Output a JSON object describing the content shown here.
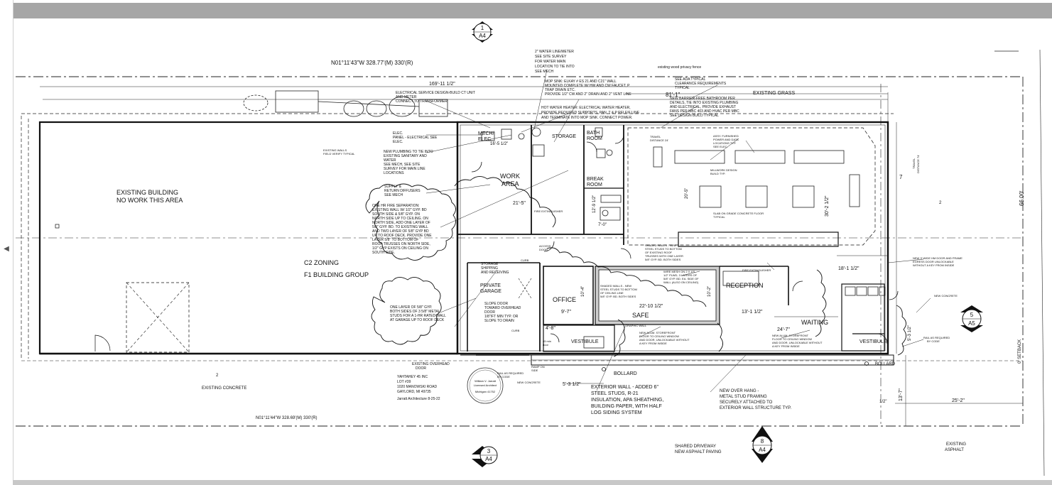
{
  "viewer": {
    "prev_page_icon": "◀"
  },
  "markers": {
    "m1": {
      "num": "1",
      "sheet": "A4"
    },
    "m3": {
      "num": "3",
      "sheet": "A4"
    },
    "m5": {
      "num": "5",
      "sheet": "A5"
    },
    "m8": {
      "num": "8",
      "sheet": "A4"
    }
  },
  "survey": {
    "north_bearing": "N01°11'43\"W  328.77'(M)  330'(R)",
    "south_bearing": "N01°11'44\"W  328.69'(M)  330'(R)",
    "dim_169": "169'-11 1/2\"",
    "dim_81": "81'-1\"",
    "dim_66": "66.00'",
    "dim_13_7": "13'-7\"",
    "dim_25_2": "25'-2\"",
    "dim_half": "1/2\"",
    "setback": "0' SETBACK",
    "num_2a": "2",
    "num_2b": "2",
    "num_7": "7"
  },
  "site": {
    "existing_grass": "EXISTING GRASS",
    "fence": "existing wood privacy fence",
    "existing_concrete": "EXISTING CONCRETE",
    "driveway_1": "SHARED DRIVEWAY",
    "driveway_2": "NEW ASPHALT PAVING",
    "asphalt_1": "EXISTING",
    "asphalt_2": "ASPHALT",
    "bollard_1": "BOLLARD",
    "bollard_2": "BOLLARD"
  },
  "existing": {
    "bldg_1": "EXISTING BUILDING",
    "bldg_2": "NO WORK THIS AREA",
    "zoning": "C2 ZONING",
    "group": "F1 BUILDING GROUP",
    "walls_1": "EXISTING WALLS",
    "walls_2": "FIELD VERIFY TYPICAL"
  },
  "rooms": {
    "mech_1": "MECH/",
    "mech_2": "ELEC.",
    "storage": "STORAGE",
    "bath_1": "BATH",
    "bath_2": "ROOM",
    "work_1": "WORK",
    "work_2": "AREA",
    "break_1": "BREAK",
    "break_2": "ROOM",
    "office": "OFFICE",
    "safe": "SAFE",
    "reception": "RECEPTION",
    "waiting": "WAITING",
    "vestibule_1": "VESTIBULE",
    "vestibule_2": "VESTIBULE",
    "garage_1": "PRIVATE",
    "garage_2": "GARAGE"
  },
  "dims": {
    "d16": "16'-5 1/2\"",
    "d21": "21'-5\"",
    "d9_7": "9'-7\"",
    "d22": "22'-10 1/2\"",
    "d13": "13'-1 1/2\"",
    "d18": "18'-1 1/2\"",
    "d24": "24'-7\"",
    "d4_8": "4'-8\"",
    "d5_3a": "5'-3 1/2\"",
    "d5_3b": "5'-3 1/2\"",
    "d30": "30'-2 1/2\"",
    "d12": "12'-9 1/2\"",
    "d7": "7'-0\"",
    "d20": "20'-5\"",
    "d10a": "10'-4\"",
    "d10b": "10'-2\""
  },
  "notes": {
    "water": [
      "2\" WATER LINE/METER",
      "SEE SITE SURVEY",
      "FOR WATER MAIN",
      "LOCATION TO TIE INTO",
      "SEE MECH"
    ],
    "mop": [
      "MOP SINK: ELKAY # ES 21 AND C21\" WALL",
      "MOUNTED COMPLETE W/ HW AND CW FAUCET, P",
      "TRAP DRAIN ETC.",
      "PROVIDE 1/2\" CW AND 2\" DRAIN AND 2\" VENT LINE"
    ],
    "hotwater": [
      "HOT WATER HEATER:  ELECTRICAL WATER HEATER,",
      "PROVIDE REQUIRED SUPPORTS, PAN, T & P RELEIF LINE",
      "AND TERMINATE INTO MOP SINK. CONNECT  POWER."
    ],
    "elec_service": [
      "ELECTRICAL SERVICE DESIGN-BUILD CT UNIT",
      "AND METER",
      "CONNECT TO TRANSFORMER"
    ],
    "ada": [
      "SEE ADA TYPICAL",
      "CLEARANCE REQUIREMENTS",
      "TYPICAL"
    ],
    "barrier": [
      "NEW BARRIER-FREE BATHROOM PER",
      "DETAILS, TIE INTO EXISTING PLUMBING",
      "AND ELECTRICAL, PROVIDE EXHAUST",
      "FANS PER MBC 403 AND HVAC PER MBC",
      "SEE DESIGN BUILD TYPICAL"
    ],
    "panel": [
      "ELEC.",
      "PANEL - ELECTRICAL SEE",
      "ELEC."
    ],
    "plumbing": [
      "NEW PLUMBING TO TIE INTO",
      "EXISTING SANITARY AND",
      "WATER",
      "SEE MECH, SEE SITE",
      "SURVEY FOR MAIN LINE",
      "LOCATIONS"
    ],
    "supply": [
      "SUPPLY &",
      "RETURN DIFFUSERS",
      "SEE MECH"
    ],
    "fire_sep": [
      "ONE HR FIRE SEPARATION:",
      "EXISTING WALL W/ 1/2\" GYP. BD",
      "SOUTH SIDE & 5/8\" GYP. ON",
      "NORTH SIDE UP TO CEILING.  ON",
      "NORTH SIDE, ADD ONE LAYER OF",
      "5/8\" GYP. BD. TO EXISTING WALL",
      "AND TWO LAYER OF 5/8\" GYP BD",
      "UP TO ROOF DECK.  PROVIDE ONE",
      "LAYER 5/8\" TO BOTTOM OF",
      "ROOF TRUSSES ON NORTH SIDE,",
      "1/2\" GYP EXISTS ON CEILING ON",
      "SOUTH SIDE."
    ],
    "garage_layer": [
      "ONE LAYER OF 5/8\" GYP.",
      "BOTH SIDES OF 3 5/8\" METAL",
      "STUDS FOR A 1-HR RATED WALL",
      "AT GARAGE UP TO ROOF DECK"
    ],
    "storage_ship": [
      "STORAGE",
      "SHIPPING",
      "AND RECEIVING"
    ],
    "slope_door": [
      "SLOPE DOOR",
      "TOWARD OVERHEAD",
      "DOOR",
      "1/8\"/FT MIN TYP. OR",
      "SLOPE TO DRAIN"
    ],
    "overhead_door": [
      "EXISTING OVERHEAD",
      "DOOR"
    ],
    "rail": [
      "RAIL AS REQUIRED",
      "BY CODE"
    ],
    "new_concrete_1": "NEW CONCRETE",
    "new_concrete_2": "NEW CONCRETE",
    "rail_2": [
      "RAIL AS REQUIRED",
      "BY CODE"
    ],
    "ext_wall": [
      "EXTERIOR WALL - ADDED 6\"",
      "STEEL STUDS,  R-21",
      "INSULATION,  APA SHEATHING,",
      "BUILDING PAPER, WITH HALF",
      "LOG SIDING SYSTEM"
    ],
    "new_hang": [
      "NEW OVER HANG -",
      "METAL STUD FRAMING",
      "SECURELY ATTACHED TO",
      "EXTERIOR WALL STRUCTURE TYP."
    ],
    "storefront": [
      "NEW ALUM. STOREFRONT",
      "FLOOR TO CEILING WINDOW",
      "AND DOOR, UNLOCKABLE WITHOUT",
      "A KEY FROM INSIDE"
    ],
    "storefront_2": [
      "NEW ALUM. STOREFRONT",
      "FLOOR TO CEILING WINDOW",
      "AND DOOR, UNLOCKABLE WITHOUT",
      "A KEY FROM INSIDE"
    ],
    "new_door": [
      "NEW 3' WIDE HM DOOR AND FRAME",
      "EGRESS DOOR UNLOCKABLE",
      "WITHOUT A KEY FROM INSIDE"
    ],
    "shaded_walls": [
      "SHADED WALLS - NEW",
      "STEEL STUDS TO BOTTOM",
      "OF EXISTING ROOF",
      "TRUSSES WITH ONE LAYER",
      "5/8\" GYP. BD. BOTH SIDES"
    ],
    "shaded_walls_2": [
      "SHADED WALLS - NEW",
      "STEEL STUDS TO BOTTOM",
      "OF CEILING LINE",
      "5/8\" GYP. BD. BOTH SIDES"
    ],
    "wire_mesh": [
      "WIRE MESH ON 2 X 4'S,",
      "1/2\" PLWD, 3 LAYERS OF",
      "5/8\" GYP. BD. EA. SIDE OF",
      "WALL (ALSO ON CEILING)"
    ],
    "power": [
      "ASSY. FURNISHED",
      "POWER AND DATA",
      "LOCATIONS TYP.",
      "SEE ELEC."
    ],
    "millwork": [
      "MILLWORK DESIGN",
      "BUILD TYP."
    ],
    "slab": [
      "SLAB ON GRADE CONCRETE  FLOOR",
      "TYPICAL"
    ],
    "fire_ext": "FIRE EXTINGUISHER",
    "fire_ext_2": "FIRE EXTINGUISHER",
    "travel": [
      "TRAVEL",
      "DISTANCE 24'"
    ],
    "travel_2": [
      "TRAVEL",
      "DISTANCE 74'"
    ],
    "graphic_wall": "GRAPHIC WALL",
    "curb": "CURB",
    "curb_2": "CURB",
    "ramp": [
      "RAMP ON",
      "SIDE"
    ],
    "access": [
      "ACCESS",
      "DOOR"
    ],
    "access_2": [
      "45 min",
      "door"
    ]
  },
  "owner": {
    "lines": [
      "YAHTAHEY 45 INC",
      "LOT #39",
      "1020 MANOWSKI ROAD",
      "GAYLORD, MI 49735"
    ],
    "arch": "Jarratt Architecture  8-25-22",
    "seal_1": "William V. Jarratt",
    "seal_2": "Licensed Architect",
    "seal_3": "Michigan  41752"
  }
}
